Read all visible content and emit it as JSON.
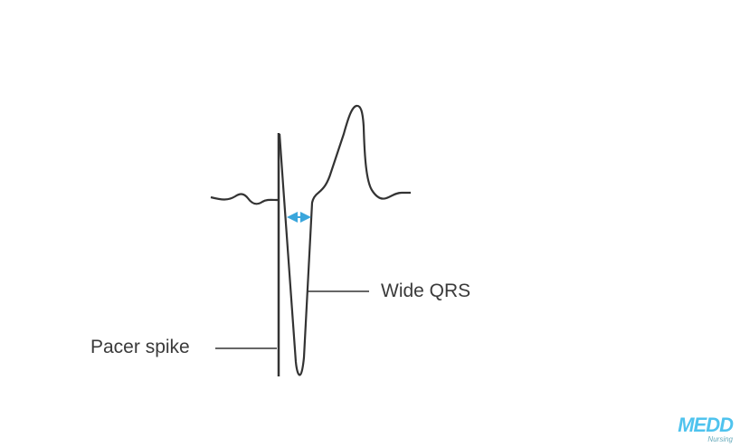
{
  "labels": {
    "pacer_spike": "Pacer spike",
    "wide_qrs": "Wide QRS"
  },
  "logo": {
    "text": "MEDD",
    "subtext": "Nursing"
  },
  "colors": {
    "trace": "#333333",
    "arrow": "#3aa6dc",
    "logo": "#4fc3ee"
  }
}
